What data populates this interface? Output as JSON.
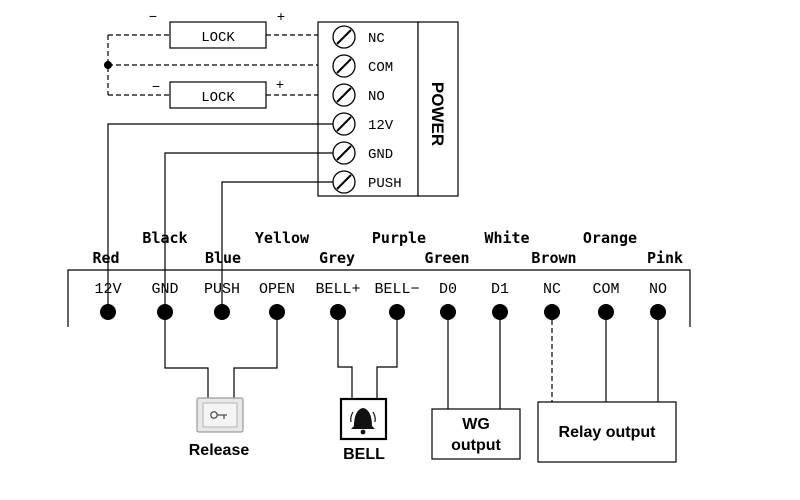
{
  "power_block": {
    "title": "POWER",
    "terminals": [
      "NC",
      "COM",
      "NO",
      "12V",
      "GND",
      "PUSH"
    ]
  },
  "locks": {
    "lock1": {
      "label": "LOCK",
      "minus": "−",
      "plus": "+"
    },
    "lock2": {
      "label": "LOCK",
      "minus": "−",
      "plus": "+"
    }
  },
  "controller": {
    "terminals": [
      "12V",
      "GND",
      "PUSH",
      "OPEN",
      "BELL+",
      "BELL−",
      "D0",
      "D1",
      "NC",
      "COM",
      "NO"
    ],
    "wire_colors": [
      "Red",
      "Black",
      "Blue",
      "Yellow",
      "Grey",
      "Purple",
      "Green",
      "White",
      "Brown",
      "Orange",
      "Pink"
    ]
  },
  "devices": {
    "release": "Release",
    "bell": "BELL",
    "wg_line1": "WG",
    "wg_line2": "output",
    "relay": "Relay output"
  }
}
